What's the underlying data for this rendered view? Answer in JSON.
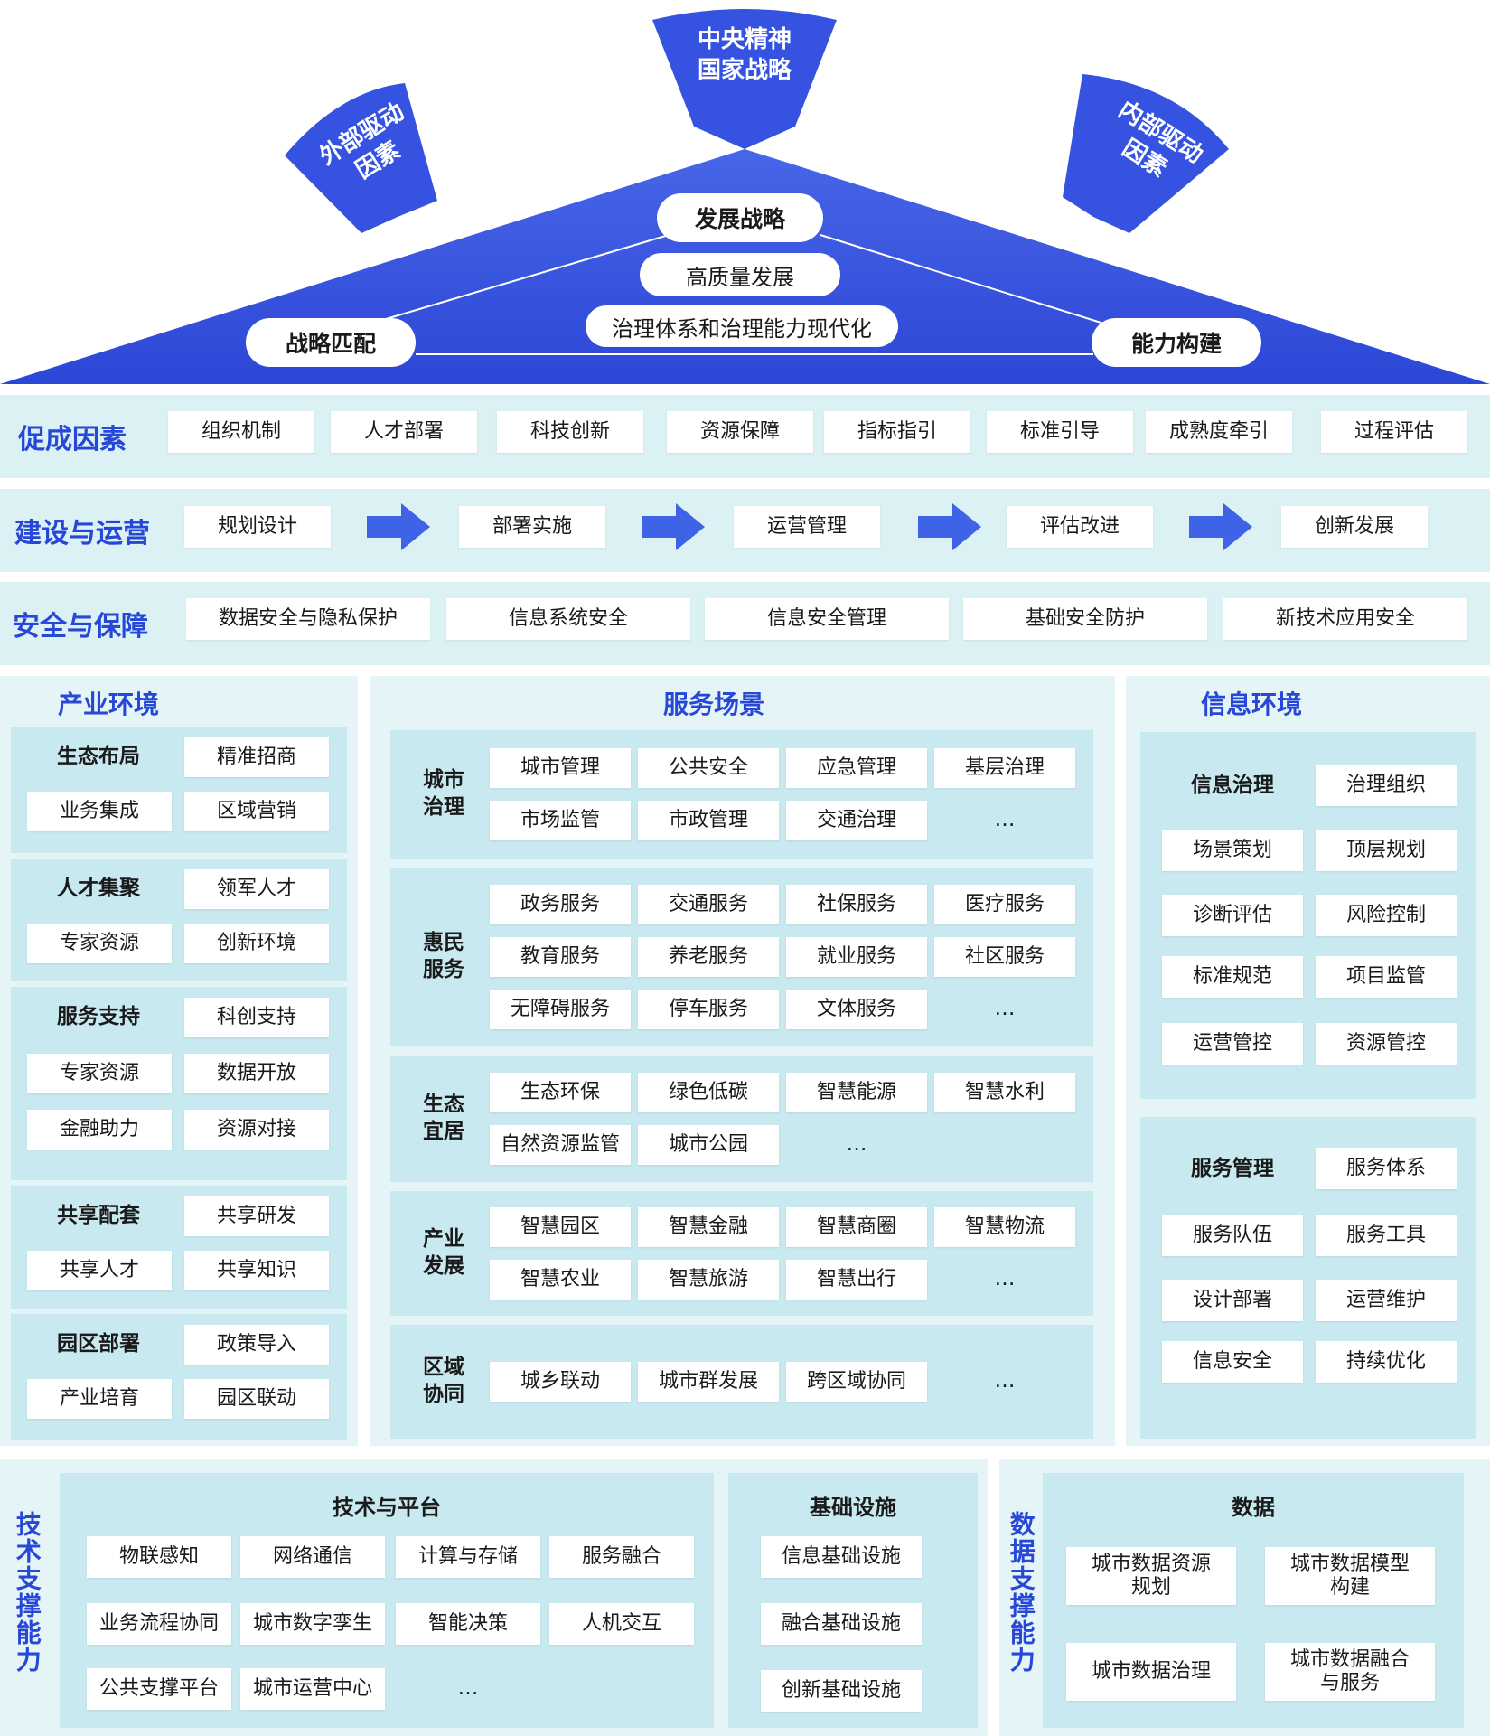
{
  "top": {
    "center_fan": {
      "line1": "中央精神",
      "line2": "国家战略"
    },
    "left_fan": {
      "line1": "外部驱动",
      "line2": "因素"
    },
    "right_fan": {
      "line1": "内部驱动",
      "line2": "因素"
    },
    "apex": "发展战略",
    "middle": "高质量发展",
    "base": "治理体系和治理能力现代化",
    "left_corner": "战略匹配",
    "right_corner": "能力构建"
  },
  "rows": {
    "enablers": {
      "title": "促成因素",
      "items": [
        "组织机制",
        "人才部署",
        "科技创新",
        "资源保障",
        "指标指引",
        "标准引导",
        "成熟度牵引",
        "过程评估"
      ]
    },
    "build": {
      "title": "建设与运营",
      "items": [
        "规划设计",
        "部署实施",
        "运营管理",
        "评估改进",
        "创新发展"
      ]
    },
    "security": {
      "title": "安全与保障",
      "items": [
        "数据安全与隐私保护",
        "信息系统安全",
        "信息安全管理",
        "基础安全防护",
        "新技术应用安全"
      ]
    }
  },
  "industry": {
    "title": "产业环境",
    "groups": [
      {
        "title": "生态布局",
        "items": [
          "精准招商",
          "业务集成",
          "区域营销"
        ]
      },
      {
        "title": "人才集聚",
        "items": [
          "领军人才",
          "专家资源",
          "创新环境"
        ]
      },
      {
        "title": "服务支持",
        "items": [
          "科创支持",
          "专家资源",
          "数据开放",
          "金融助力",
          "资源对接"
        ]
      },
      {
        "title": "共享配套",
        "items": [
          "共享研发",
          "共享人才",
          "共享知识"
        ]
      },
      {
        "title": "园区部署",
        "items": [
          "政策导入",
          "产业培育",
          "园区联动"
        ]
      }
    ]
  },
  "service": {
    "title": "服务场景",
    "groups": [
      {
        "title": "城市治理",
        "items": [
          "城市管理",
          "公共安全",
          "应急管理",
          "基层治理",
          "市场监管",
          "市政管理",
          "交通治理",
          "…"
        ]
      },
      {
        "title": "惠民服务",
        "items": [
          "政务服务",
          "交通服务",
          "社保服务",
          "医疗服务",
          "教育服务",
          "养老服务",
          "就业服务",
          "社区服务",
          "无障碍服务",
          "停车服务",
          "文体服务",
          "…"
        ]
      },
      {
        "title": "生态宜居",
        "items": [
          "生态环保",
          "绿色低碳",
          "智慧能源",
          "智慧水利",
          "自然资源监管",
          "城市公园",
          "…"
        ]
      },
      {
        "title": "产业发展",
        "items": [
          "智慧园区",
          "智慧金融",
          "智慧商圈",
          "智慧物流",
          "智慧农业",
          "智慧旅游",
          "智慧出行",
          "…"
        ]
      },
      {
        "title": "区域协同",
        "items": [
          "城乡联动",
          "城市群发展",
          "跨区域协同",
          "…"
        ]
      }
    ]
  },
  "info": {
    "title": "信息环境",
    "groups": [
      {
        "title": "信息治理",
        "items": [
          "治理组织",
          "场景策划",
          "顶层规划",
          "诊断评估",
          "风险控制",
          "标准规范",
          "项目监管",
          "运营管控",
          "资源管控"
        ]
      },
      {
        "title": "服务管理",
        "items": [
          "服务体系",
          "服务队伍",
          "服务工具",
          "设计部署",
          "运营维护",
          "信息安全",
          "持续优化"
        ]
      }
    ]
  },
  "bottom": {
    "tech_title": "技术支撑能力",
    "platform": {
      "title": "技术与平台",
      "items": [
        "物联感知",
        "网络通信",
        "计算与存储",
        "服务融合",
        "业务流程协同",
        "城市数字孪生",
        "智能决策",
        "人机交互",
        "公共支撑平台",
        "城市运营中心",
        "…"
      ]
    },
    "infra": {
      "title": "基础设施",
      "items": [
        "信息基础设施",
        "融合基础设施",
        "创新基础设施"
      ]
    },
    "data_title": "数据支撑能力",
    "data": {
      "title": "数据",
      "items": [
        "城市数据资源\n规划",
        "城市数据模型\n构建",
        "城市数据治理",
        "城市数据融合\n与服务"
      ]
    }
  },
  "colors": {
    "accent": "#2747d8",
    "band": "#dbf1f4",
    "inner": "#c7e9ef",
    "triangle": "#3553e0"
  }
}
